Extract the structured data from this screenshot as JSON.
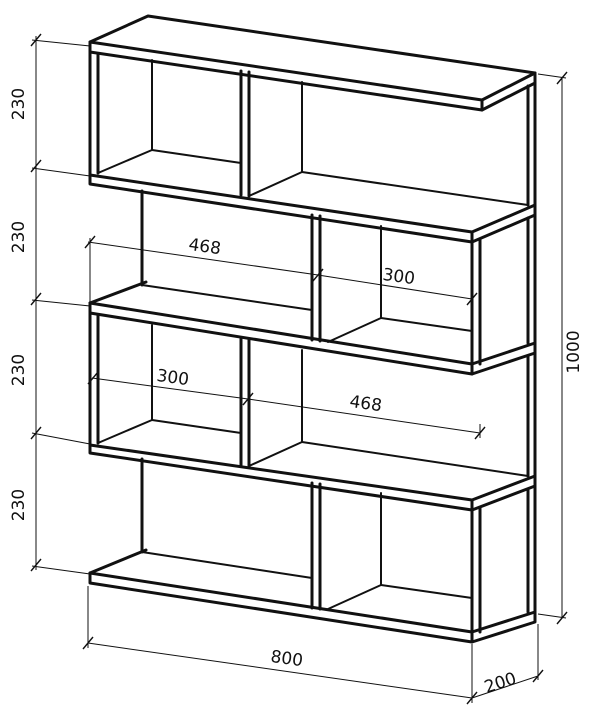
{
  "drawing": {
    "colors": {
      "line": "#111111",
      "background": "#ffffff"
    },
    "dimensions": {
      "shelf_height_1": "230",
      "shelf_height_2": "230",
      "shelf_height_3": "230",
      "shelf_height_4": "230",
      "total_height": "1000",
      "total_width": "800",
      "depth": "200",
      "inner_width_upper": "468",
      "inner_width_upper_right": "300",
      "inner_width_lower_left": "300",
      "inner_width_lower": "468"
    }
  }
}
